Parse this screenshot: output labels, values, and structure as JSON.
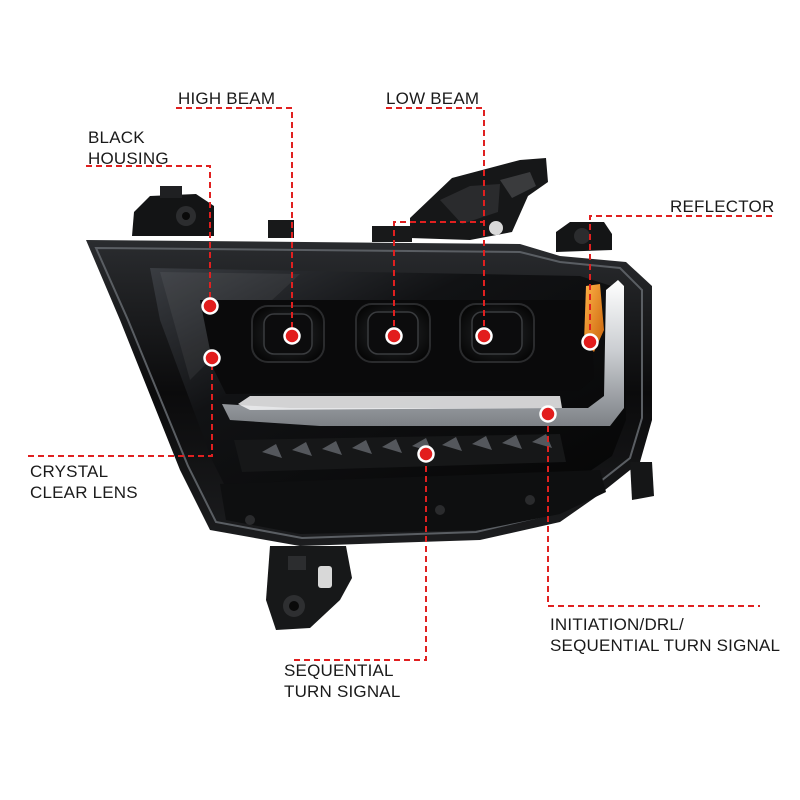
{
  "callouts": {
    "high_beam": "HIGH BEAM",
    "low_beam": "LOW BEAM",
    "black_housing": [
      "BLACK",
      "HOUSING"
    ],
    "reflector": "REFLECTOR",
    "crystal_clear_lens": [
      "CRYSTAL",
      "CLEAR LENS"
    ],
    "sequential_turn_signal": [
      "SEQUENTIAL",
      "TURN SIGNAL"
    ],
    "initiation_drl": [
      "INITIATION/DRL/",
      "SEQUENTIAL TURN SIGNAL"
    ]
  },
  "colors": {
    "leader_line": "#e02020",
    "marker_dot": "#e21d1d",
    "housing": "#0d0d0d",
    "amber_reflector": "#e8820f",
    "drl_bar": "#e8eaec",
    "background": "#ffffff"
  },
  "icons": {
    "marker": "red-dot-with-white-ring",
    "product": "black-projector-headlight"
  }
}
